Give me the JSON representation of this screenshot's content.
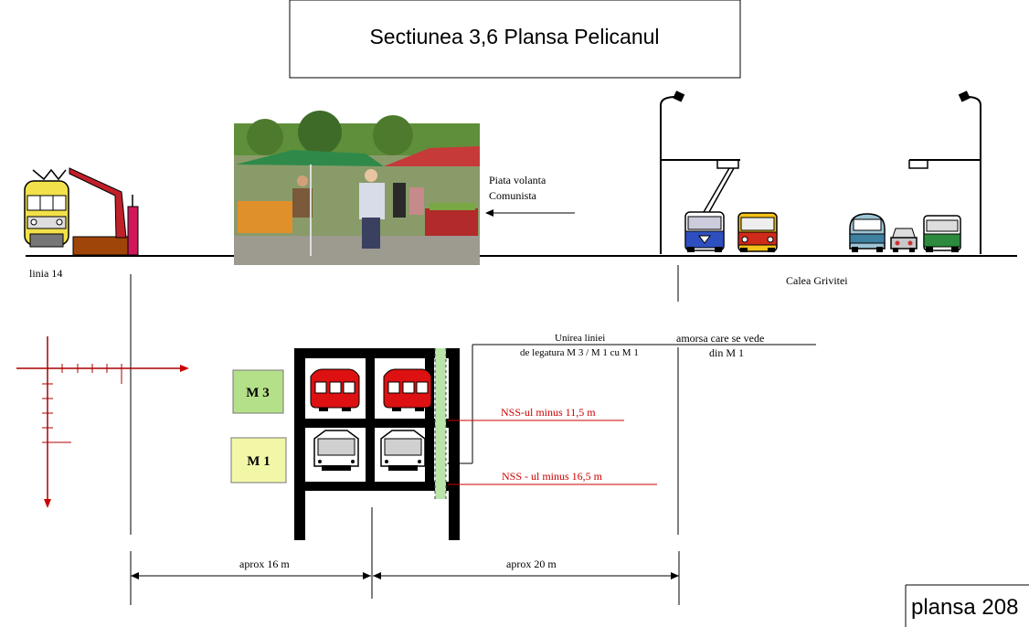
{
  "title": "Sectiunea  3,6  Plansa Pelicanul",
  "plate": "plansa  208",
  "labels": {
    "linia": "linia  14",
    "piata_line1": "Piata  volanta",
    "piata_line2": "Comunista",
    "calea": "Calea   Grivitei",
    "unirea_line1": "Unirea      liniei",
    "unirea_line2": "de legatura  M 3 / M 1   cu M 1",
    "amorsa_line1": "amorsa care se vede",
    "amorsa_line2": "din  M 1",
    "nss1": "NSS-ul  minus  11,5  m",
    "nss2": "NSS - ul minus  16,5  m",
    "m3": "M 3",
    "m1": "M 1",
    "dim_left": "aprox  16 m",
    "dim_right": "aprox  20 m"
  },
  "colors": {
    "red_text": "#cc0000",
    "m3_box": "#b5e08a",
    "m1_box": "#f2f7a8",
    "structure": "#000000",
    "metro_red": "#dd1111",
    "axis_red": "#aa0000"
  },
  "icons": [
    "tram-icon",
    "crane-icon",
    "market-photo",
    "trolleybus-icon",
    "bus-icon",
    "van-icon",
    "car-icon",
    "truck-icon",
    "street-lamp-icon",
    "metro-train-icon"
  ]
}
